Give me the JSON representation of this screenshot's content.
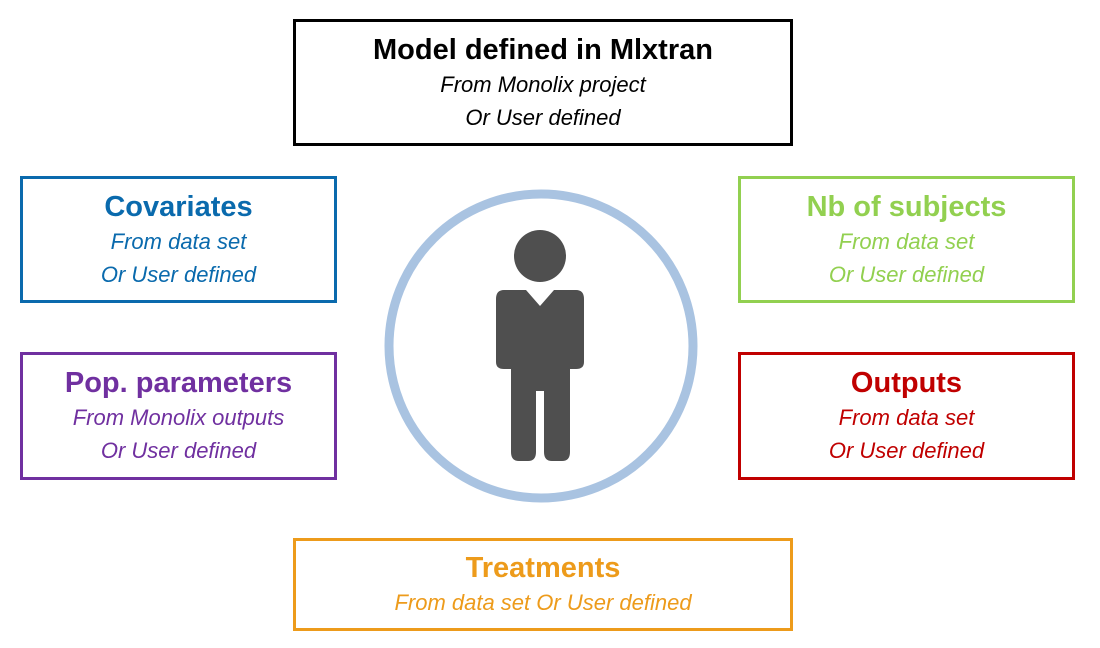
{
  "colors": {
    "model": "#000000",
    "covariates": "#0a6aad",
    "subjects": "#92d050",
    "pop_parameters": "#7030a0",
    "outputs": "#c00000",
    "treatments": "#ed9b1b",
    "ring": "#a9c3e1",
    "person": "#4f4f4f"
  },
  "center": {
    "icon": "person-icon"
  },
  "model": {
    "title": "Model defined in Mlxtran",
    "line1": "From Monolix project",
    "line2": "Or User defined"
  },
  "covariates": {
    "title": "Covariates",
    "line1": "From data set",
    "line2": "Or User defined"
  },
  "subjects": {
    "title": "Nb of subjects",
    "line1": "From data set",
    "line2": "Or User defined"
  },
  "pop_parameters": {
    "title": "Pop. parameters",
    "line1": "From Monolix outputs",
    "line2": "Or User defined"
  },
  "outputs": {
    "title": "Outputs",
    "line1": "From data set",
    "line2": "Or User defined"
  },
  "treatments": {
    "title": "Treatments",
    "line1": "From data set Or User defined"
  }
}
